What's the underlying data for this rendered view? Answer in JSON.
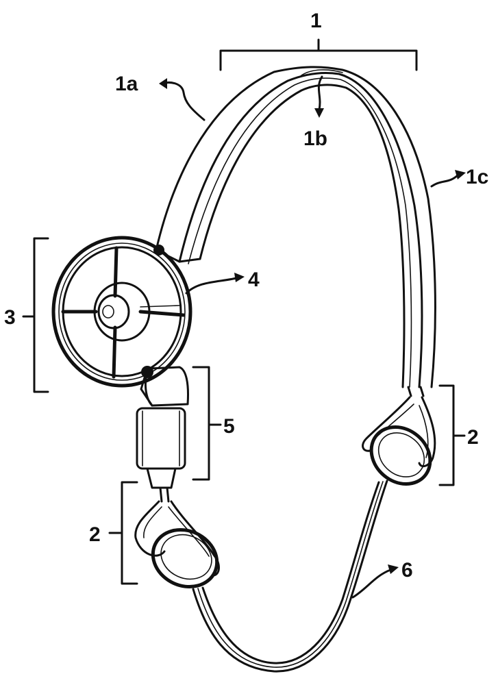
{
  "labels": {
    "headband": "1",
    "outer_band": "1a",
    "middle_band": "1b",
    "inner_band": "1c",
    "ear_piece_left": "2",
    "ear_piece_right": "2",
    "wheel_assembly": "3",
    "hub": "4",
    "connector": "5",
    "lower_cord": "6"
  }
}
